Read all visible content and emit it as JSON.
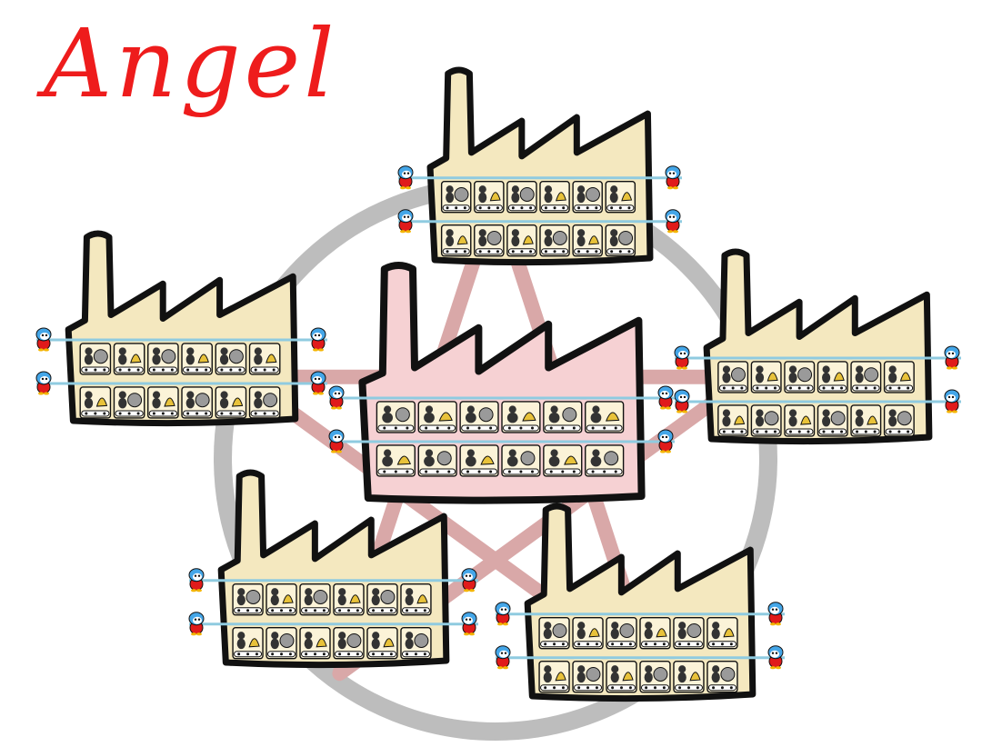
{
  "title": "Angel",
  "colors": {
    "title": "#ee1c1c",
    "outline": "#111111",
    "factory_fill": "#f4e8bf",
    "center_fill": "#f6d1d3",
    "ring": "#bdbdbd",
    "star": "#d9a8a8",
    "belt_line": "#8fcbe0",
    "belt_fill": "#ffffff",
    "worker_dark": "#333333",
    "rock": "#9a9a9a",
    "gold": "#e8c23a",
    "penguin_head": "#44a6e8",
    "penguin_body": "#e01b1b",
    "penguin_face": "#ffffff",
    "penguin_feet": "#f5b500"
  },
  "diagram": {
    "nodes": [
      {
        "id": "factory-top",
        "kind": "factory",
        "lines": 2,
        "stations_per_line": 6
      },
      {
        "id": "factory-left",
        "kind": "factory",
        "lines": 2,
        "stations_per_line": 6
      },
      {
        "id": "factory-center",
        "kind": "factory",
        "highlight": true,
        "lines": 2,
        "stations_per_line": 6
      },
      {
        "id": "factory-right",
        "kind": "factory",
        "lines": 2,
        "stations_per_line": 6
      },
      {
        "id": "factory-bottom-left",
        "kind": "factory",
        "lines": 2,
        "stations_per_line": 6
      },
      {
        "id": "factory-bottom-right",
        "kind": "factory",
        "lines": 2,
        "stations_per_line": 6
      }
    ],
    "background": [
      "ring",
      "pentagram"
    ],
    "mascot_icon": "penguin-mascot-icon"
  }
}
